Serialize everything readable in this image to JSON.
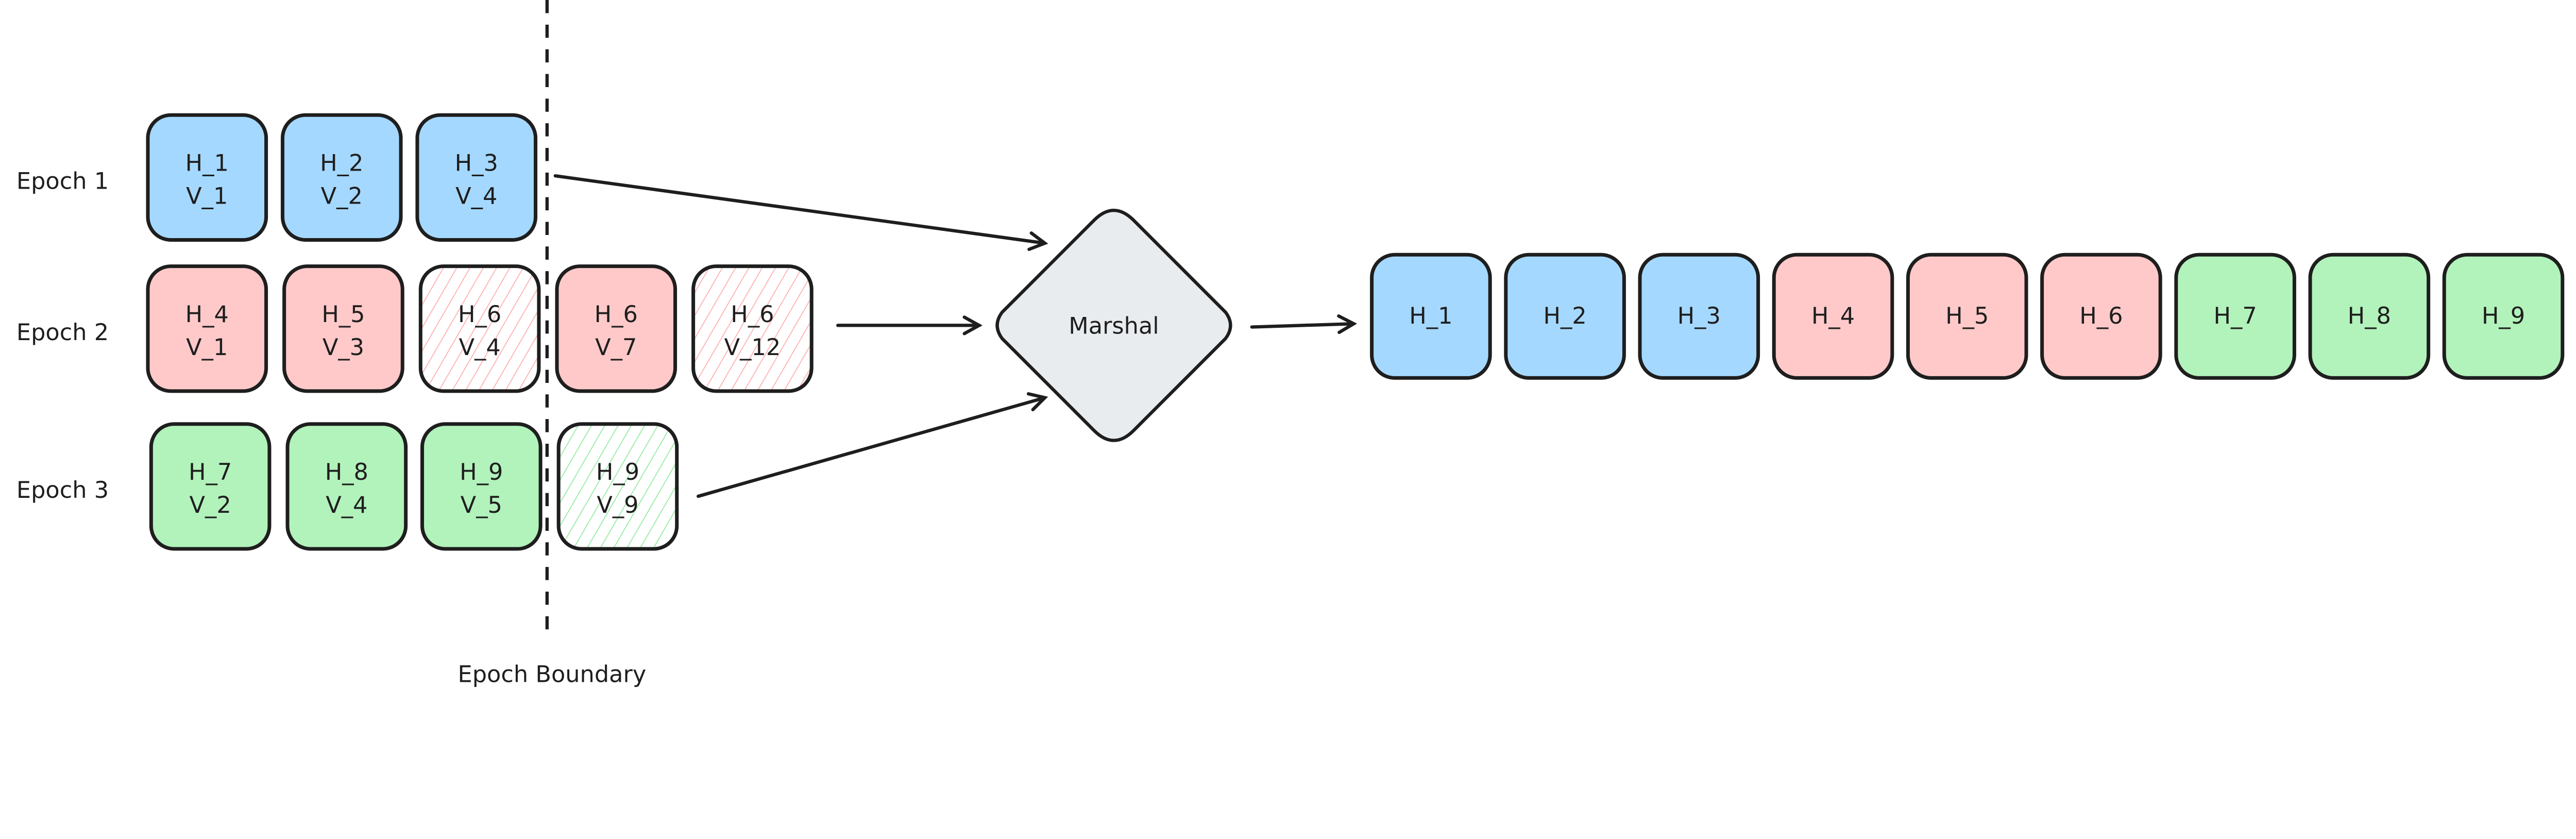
{
  "colors": {
    "blue": "#a5d8ff",
    "red": "#ffc9c9",
    "green": "#b2f2bb",
    "marshal": "#e9ecef",
    "stroke": "#1e1e1e"
  },
  "boundary_label": "Epoch Boundary",
  "marshal_label": "Marshal",
  "epochs": [
    {
      "label": "Epoch 1",
      "color": "blue",
      "blocks": [
        {
          "h": "H_1",
          "v": "V_1",
          "hatched": false
        },
        {
          "h": "H_2",
          "v": "V_2",
          "hatched": false
        },
        {
          "h": "H_3",
          "v": "V_4",
          "hatched": false
        }
      ]
    },
    {
      "label": "Epoch 2",
      "color": "red",
      "blocks": [
        {
          "h": "H_4",
          "v": "V_1",
          "hatched": false
        },
        {
          "h": "H_5",
          "v": "V_3",
          "hatched": false
        },
        {
          "h": "H_6",
          "v": "V_4",
          "hatched": true
        },
        {
          "h": "H_6",
          "v": "V_7",
          "hatched": false
        },
        {
          "h": "H_6",
          "v": "V_12",
          "hatched": true
        }
      ]
    },
    {
      "label": "Epoch 3",
      "color": "green",
      "blocks": [
        {
          "h": "H_7",
          "v": "V_2",
          "hatched": false
        },
        {
          "h": "H_8",
          "v": "V_4",
          "hatched": false
        },
        {
          "h": "H_9",
          "v": "V_5",
          "hatched": false
        },
        {
          "h": "H_9",
          "v": "V_9",
          "hatched": true
        }
      ]
    }
  ],
  "output": [
    {
      "h": "H_1",
      "color": "blue"
    },
    {
      "h": "H_2",
      "color": "blue"
    },
    {
      "h": "H_3",
      "color": "blue"
    },
    {
      "h": "H_4",
      "color": "red"
    },
    {
      "h": "H_5",
      "color": "red"
    },
    {
      "h": "H_6",
      "color": "red"
    },
    {
      "h": "H_7",
      "color": "green"
    },
    {
      "h": "H_8",
      "color": "green"
    },
    {
      "h": "H_9",
      "color": "green"
    }
  ]
}
